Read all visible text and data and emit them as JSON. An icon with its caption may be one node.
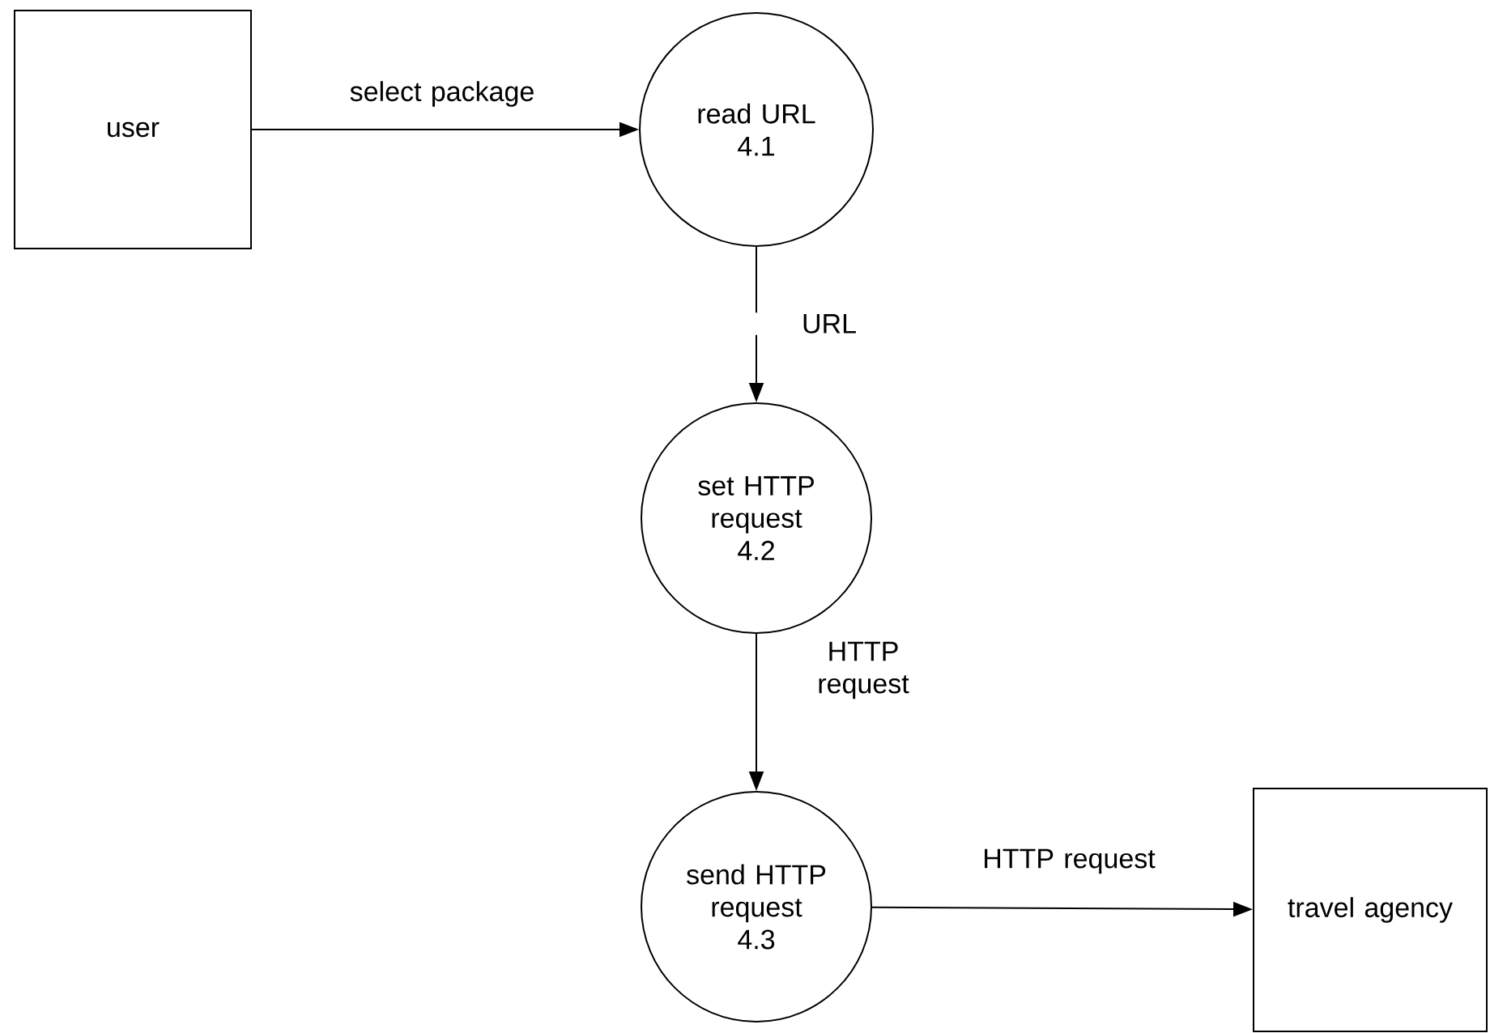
{
  "diagram": {
    "nodes": [
      {
        "text": [
          "user"
        ]
      },
      {
        "text": [
          "read URL",
          "4.1"
        ]
      },
      {
        "text": [
          "set HTTP request",
          "4.2"
        ]
      },
      {
        "text": [
          "send HTTP request",
          "4.3"
        ]
      },
      {
        "text": [
          "travel agency"
        ]
      }
    ],
    "edges": [
      {
        "from": 0,
        "to": 1,
        "arrow": "to",
        "label": "select package"
      },
      {
        "from": 1,
        "to": 2,
        "arrow": "to",
        "label": "URL"
      },
      {
        "from": 2,
        "to": 3,
        "arrow": "to",
        "label": "HTTP request"
      },
      {
        "from": 3,
        "to": 4,
        "arrow": "to",
        "label": "HTTP request"
      }
    ]
  }
}
